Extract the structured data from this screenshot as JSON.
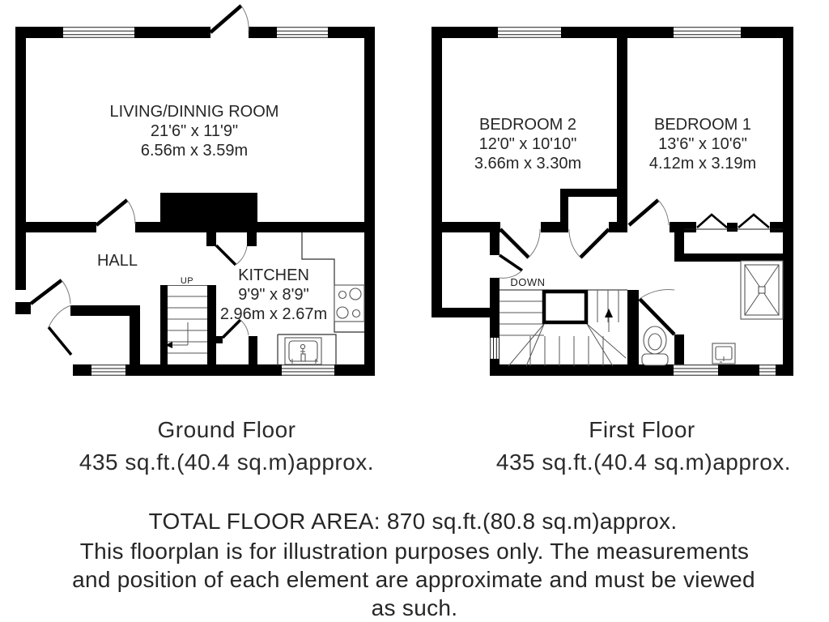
{
  "ground_floor": {
    "living": {
      "name": "LIVING/DINNIG ROOM",
      "imperial": "21'6\" x 11'9\"",
      "metric": "6.56m x 3.59m"
    },
    "hall": "HALL",
    "stairs_direction": "UP",
    "kitchen": {
      "name": "KITCHEN",
      "imperial": "9'9\" x 8'9\"",
      "metric": "2.96m x 2.67m"
    },
    "caption": "Ground Floor",
    "area": "435 sq.ft.(40.4 sq.m)approx."
  },
  "first_floor": {
    "bedroom2": {
      "name": "BEDROOM 2",
      "imperial": "12'0\" x 10'10\"",
      "metric": "3.66m x 3.30m"
    },
    "bedroom1": {
      "name": "BEDROOM 1",
      "imperial": "13'6\" x 10'6\"",
      "metric": "4.12m x 3.19m"
    },
    "stairs_direction": "DOWN",
    "caption": "First Floor",
    "area": "435 sq.ft.(40.4 sq.m)approx."
  },
  "footer": {
    "total": "TOTAL FLOOR AREA: 870 sq.ft.(80.8 sq.m)approx.",
    "disclaimer1": "This floorplan is for illustration purposes only. The measurements",
    "disclaimer2": "and position of each element are approximate and must be viewed",
    "disclaimer3": "as such."
  },
  "colors": {
    "wall": "#000000",
    "text": "#262626",
    "background": "#ffffff"
  }
}
